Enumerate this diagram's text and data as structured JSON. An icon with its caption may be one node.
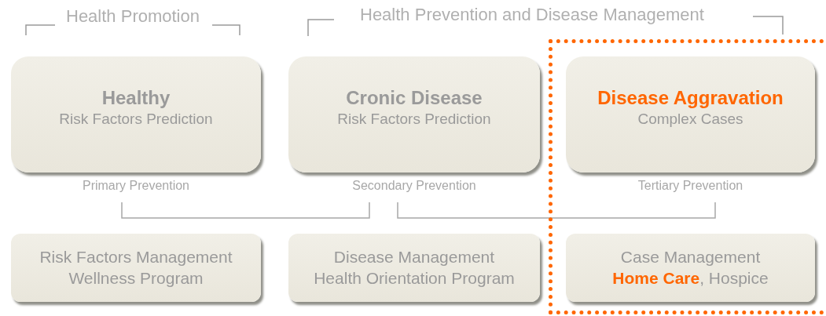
{
  "diagram": {
    "nodes": [
      {
        "text": [
          "Healthy",
          "Risk Factors Prediction"
        ],
        "beside": [
          "Primary Prevention"
        ]
      },
      {
        "text": [
          "Cronic Disease",
          "Risk Factors Prediction"
        ],
        "beside": [
          "Secondary Prevention"
        ]
      },
      {
        "text": [],
        "shape": "box"
      },
      {
        "text": [
          "Disease Aggravation",
          "Complex Cases"
        ],
        "beside": [
          "Tertiary Prevention"
        ],
        "in": 2
      },
      {
        "text": [
          "Risk Factors Management",
          "Wellness Program"
        ]
      },
      {
        "text": [
          "Disease Management",
          "Health Orientation Program"
        ]
      },
      {
        "text": [
          "Case Management",
          "**Home Care**, Hospice"
        ],
        "in": 2
      }
    ],
    "edges": [],
    "labels": [
      "Health Promotion",
      "Health Prevention and Disease Management"
    ]
  }
}
